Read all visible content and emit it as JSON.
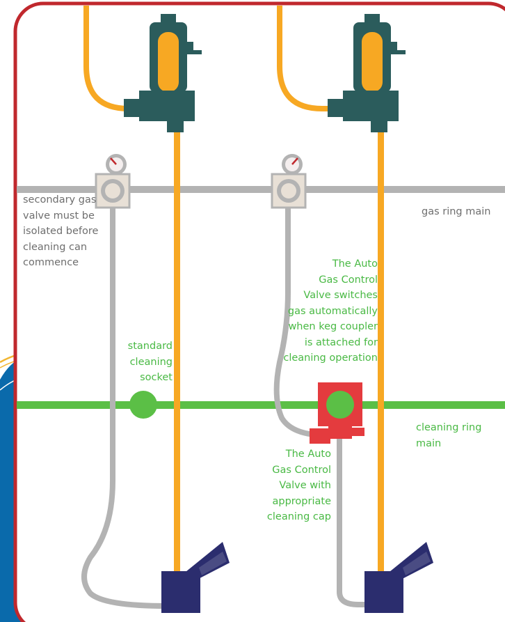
{
  "labels": {
    "secondary_gas": "secondary gas\nvalve must be\nisolated before\ncleaning can\ncommence",
    "gas_ring_main": "gas ring main",
    "standard_socket": "standard\ncleaning\nsocket",
    "auto_gas_switch": "The Auto\nGas Control\nValve switches\ngas automatically\nwhen keg coupler\nis attached for\ncleaning operation",
    "cleaning_ring_main": "cleaning ring main",
    "auto_gas_cap": "The Auto\nGas Control\nValve with\nappropriate\ncleaning cap"
  },
  "colors": {
    "frame": "#c0282d",
    "gas_line": "#b3b3b3",
    "cleaning_line": "#5bbf46",
    "beer_line": "#f7a823",
    "regulator": "#2b5c5c",
    "auto_valve": "#e43b3e",
    "coupler": "#2b2d6e",
    "fitting": "#e8e0d6",
    "side_accent": "#0a6aab"
  }
}
